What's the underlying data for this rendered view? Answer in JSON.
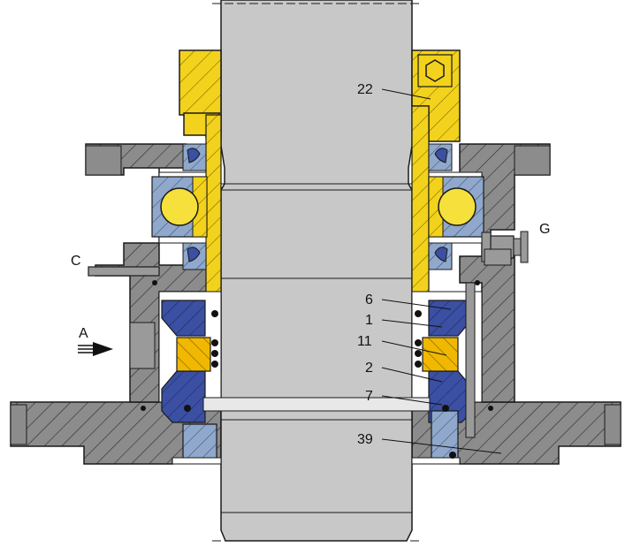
{
  "labels": {
    "l22": "22",
    "lG": "G",
    "lC": "C",
    "l6": "6",
    "l1": "1",
    "l11": "11",
    "l2": "2",
    "l7": "7",
    "l39": "39",
    "lA": "A"
  },
  "colors": {
    "housing": "#8c8c8c",
    "shaft": "#c8c8c8",
    "yellow": "#f2d21c",
    "orange_yellow": "#f0b800",
    "blue": "#3b4fa3",
    "light_blue": "#8fa8cc",
    "ball": "#f5e03c",
    "white": "#ffffff",
    "line": "#1a1a1a"
  }
}
